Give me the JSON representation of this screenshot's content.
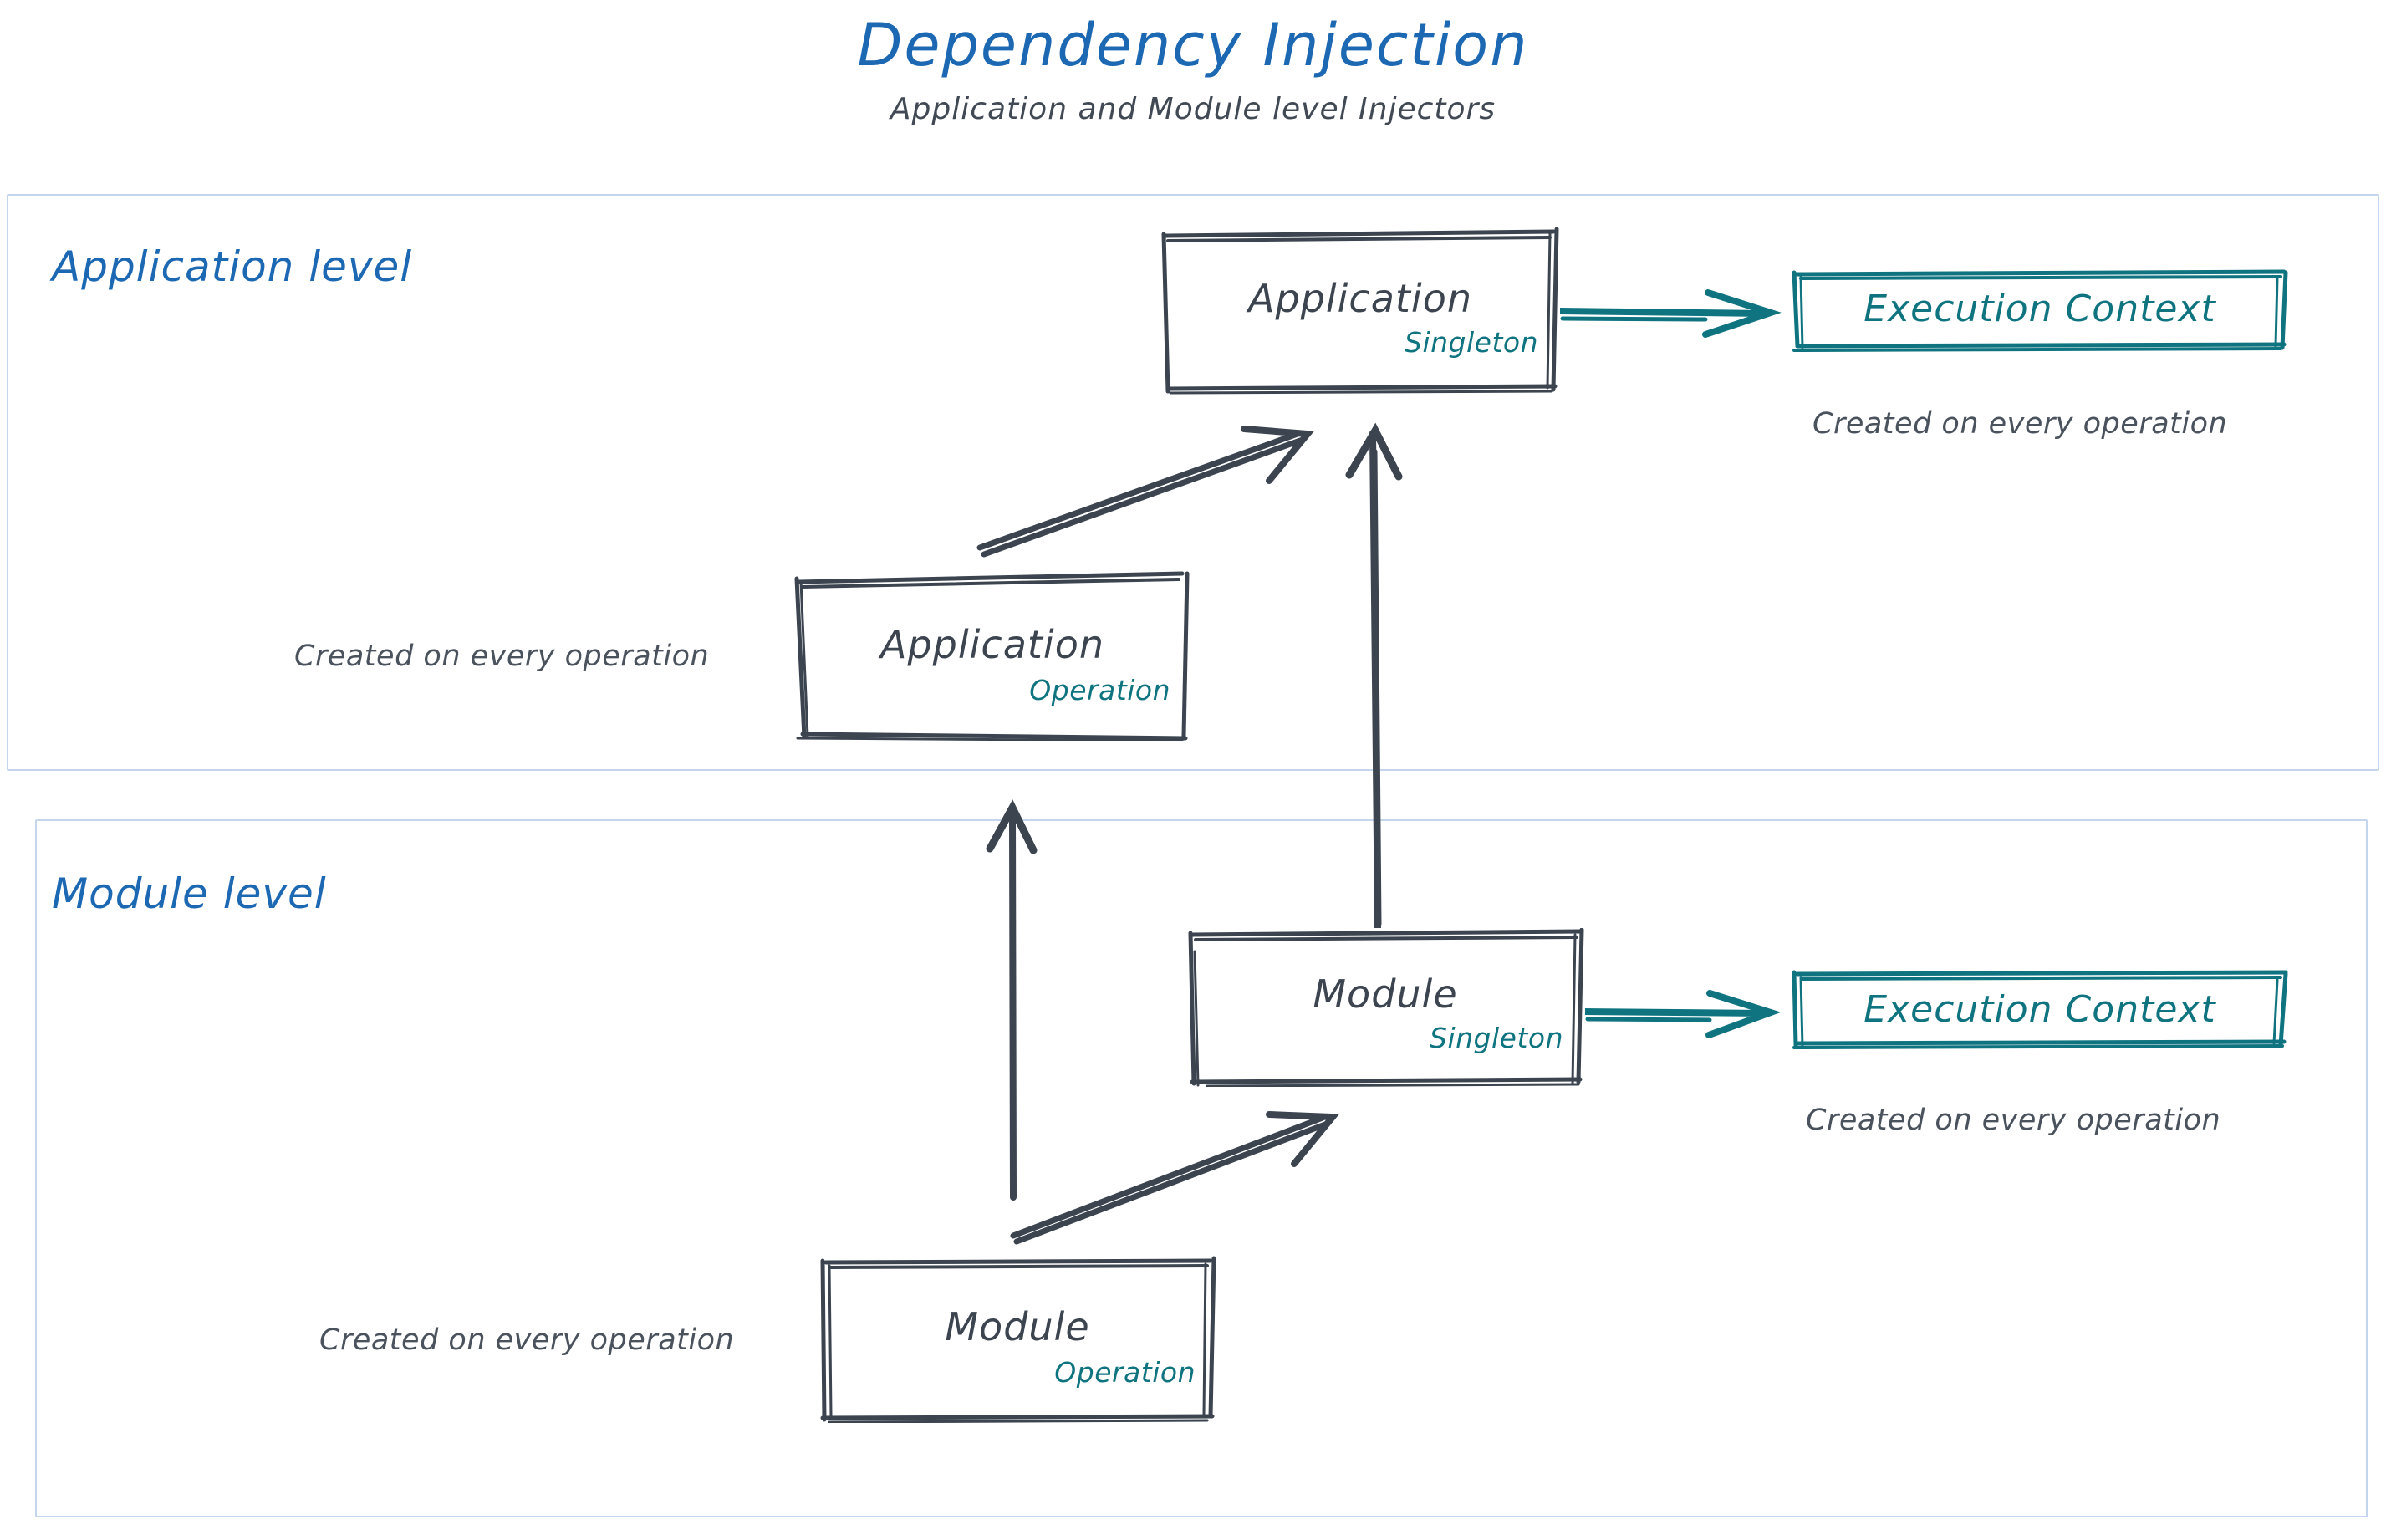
{
  "title": "Dependency Injection",
  "subtitle": "Application and Module level Injectors",
  "colors": {
    "title_blue": "#1c68b3",
    "level_border_blue": "#c3d6ee",
    "box_dark": "#3b444f",
    "scope_teal": "#0f7480",
    "caption_gray": "#4a535d"
  },
  "levels": [
    {
      "id": "application-level",
      "label": "Application level"
    },
    {
      "id": "module-level",
      "label": "Module level"
    }
  ],
  "boxes": {
    "application_singleton": {
      "title": "Application",
      "scope": "Singleton"
    },
    "application_operation": {
      "title": "Application",
      "scope": "Operation"
    },
    "module_singleton": {
      "title": "Module",
      "scope": "Singleton"
    },
    "module_operation": {
      "title": "Module",
      "scope": "Operation"
    }
  },
  "execution_contexts": {
    "application": {
      "label": "Execution Context",
      "caption": "Created on every operation"
    },
    "module": {
      "label": "Execution Context",
      "caption": "Created on every operation"
    }
  },
  "captions": {
    "application_operation": "Created on every operation",
    "module_operation": "Created on every operation"
  },
  "arrows": [
    {
      "id": "application-operation-to-singleton",
      "from": "application_operation",
      "to": "application_singleton",
      "style": "sketch-double",
      "color": "#3b444f"
    },
    {
      "id": "application-singleton-to-execution-context",
      "from": "application_singleton",
      "to": "application_execution_context",
      "style": "straight",
      "color": "#0f7480"
    },
    {
      "id": "module-singleton-to-application-singleton",
      "from": "module_singleton",
      "to": "application_singleton",
      "style": "straight-vertical",
      "color": "#3b444f"
    },
    {
      "id": "module-operation-to-application-operation",
      "from": "module_operation",
      "to": "application_operation",
      "style": "straight-vertical",
      "color": "#3b444f"
    },
    {
      "id": "module-operation-to-module-singleton",
      "from": "module_operation",
      "to": "module_singleton",
      "style": "sketch-double",
      "color": "#3b444f"
    },
    {
      "id": "module-singleton-to-execution-context",
      "from": "module_singleton",
      "to": "module_execution_context",
      "style": "straight",
      "color": "#0f7480"
    }
  ]
}
